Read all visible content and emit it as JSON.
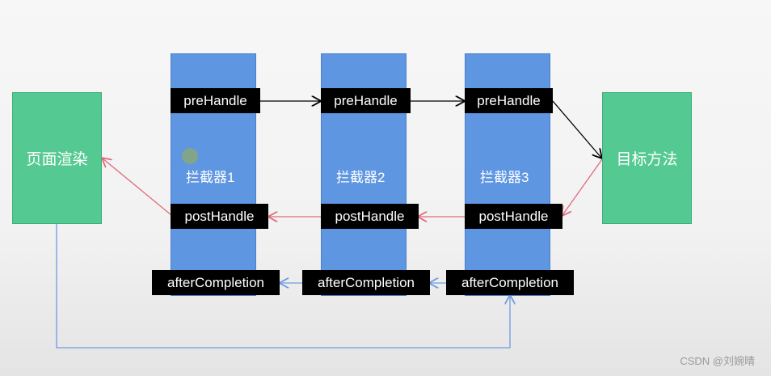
{
  "nodes": {
    "page_render": "页面渲染",
    "target_method": "目标方法"
  },
  "interceptors": [
    {
      "label": "拦截器1",
      "pre": "preHandle",
      "post": "postHandle",
      "after": "afterCompletion"
    },
    {
      "label": "拦截器2",
      "pre": "preHandle",
      "post": "postHandle",
      "after": "afterCompletion"
    },
    {
      "label": "拦截器3",
      "pre": "preHandle",
      "post": "postHandle",
      "after": "afterCompletion"
    }
  ],
  "colors": {
    "interceptor": "#5f96e2",
    "endpoint": "#55c992",
    "pre_arrow": "#000000",
    "post_arrow": "#e06b7a",
    "after_arrow": "#6f9be0"
  },
  "watermark": "CSDN @刘婉晴"
}
